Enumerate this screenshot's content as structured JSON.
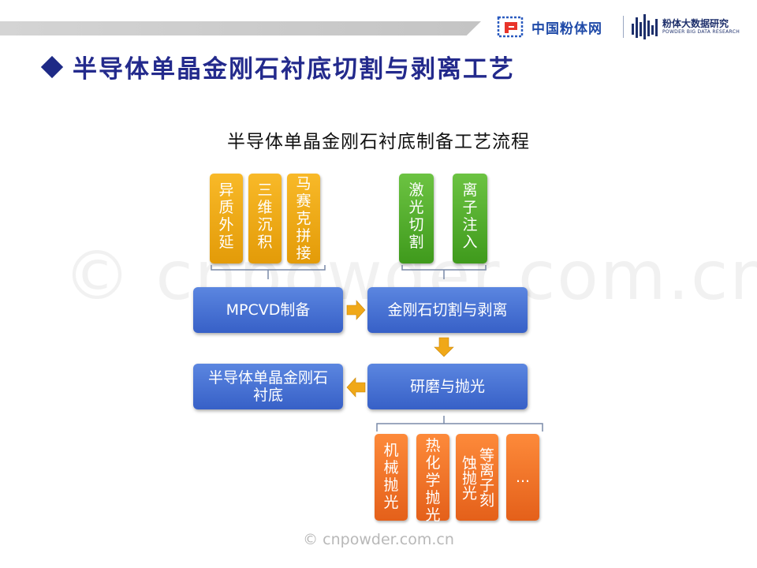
{
  "logo1": {
    "text": "中国粉体网"
  },
  "logo2": {
    "text_cn": "粉体大数据研究",
    "text_en": "POWDER BIG DATA RESEARCH"
  },
  "heading": "半导体单晶金刚石衬底切割与剥离工艺",
  "subtitle": "半导体单晶金刚石衬底制备工艺流程",
  "watermark": "© cnpowder.com.cn",
  "copyright": "© cnpowder.com.cn",
  "growth_methods": [
    "异质外延",
    "三维沉积",
    "马赛克拼接"
  ],
  "cutting_methods": [
    "激光切割",
    "离子注入"
  ],
  "polishing_methods": [
    "机械抛光",
    "热化学抛光",
    "等离子刻蚀抛光",
    "..."
  ],
  "steps": {
    "mpcvd": "MPCVD制备",
    "cutting": "金刚石切割与剥离",
    "polishing": "研磨与抛光",
    "substrate": "半导体单晶金刚石衬底"
  },
  "colors": {
    "growth": "#f0a818",
    "cutting": "#54b02e",
    "polishing": "#f5702a",
    "process": "#4a74d6",
    "arrow": "#f0a818"
  }
}
